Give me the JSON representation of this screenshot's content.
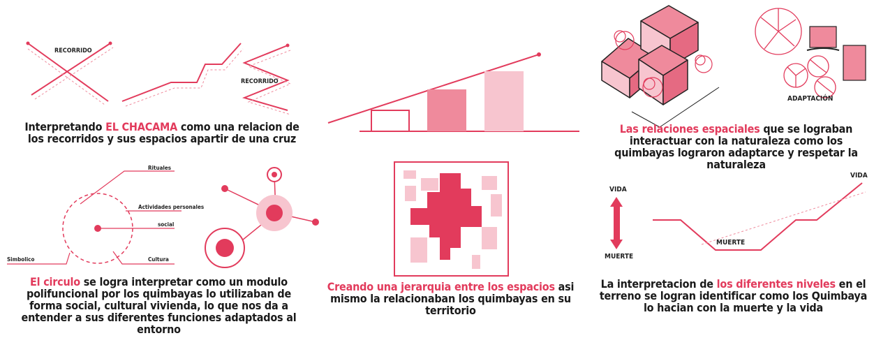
{
  "panel1": {
    "label_recorrido_1": "RECORRIDO",
    "label_recorrido_2": "RECORRIDO",
    "caption_pre": "Interpretando ",
    "caption_hl": "EL CHACAMA",
    "caption_post": " como una relacion de los recorridos y sus espacios apartir de una cruz"
  },
  "panel3": {
    "label_adaptacion": "ADAPTACIÓN",
    "caption_hl": "Las relaciones espaciales",
    "caption_post": " que se lograban interactuar con la naturaleza como los quimbayas lograron adaptarce y respetar la naturaleza"
  },
  "panel4": {
    "labels": {
      "rituales": "Rituales",
      "actividades": "Actividades personales",
      "social": "social",
      "simbolico": "Simbolico",
      "cultura": "Cultura"
    },
    "caption_hl": "El circulo",
    "caption_post": "  se logra interpretar como un modulo polifuncional por los quimbayas lo utilizaban de forma social, cultural vivienda, lo que nos da a entender a sus diferentes funciones adaptados al entorno"
  },
  "panel5": {
    "caption_hl": "Creando una jerarquia entre los espacios",
    "caption_post": " asi mismo la relacionaban los quimbayas  en su territorio"
  },
  "panel6": {
    "label_vida_1": "VIDA",
    "label_muerte_1": "MUERTE",
    "label_vida_2": "VIDA",
    "label_muerte_2": "MUERTE",
    "caption_pre": "La interpretacion de ",
    "caption_hl": "los diferentes niveles",
    "caption_post": " en el terreno se logran identificar como los Quimbaya lo hacian con la muerte y la vida"
  },
  "colors": {
    "accent": "#e23b5c",
    "pink": "#ef8a9c",
    "light_pink": "#f7c5cf"
  }
}
